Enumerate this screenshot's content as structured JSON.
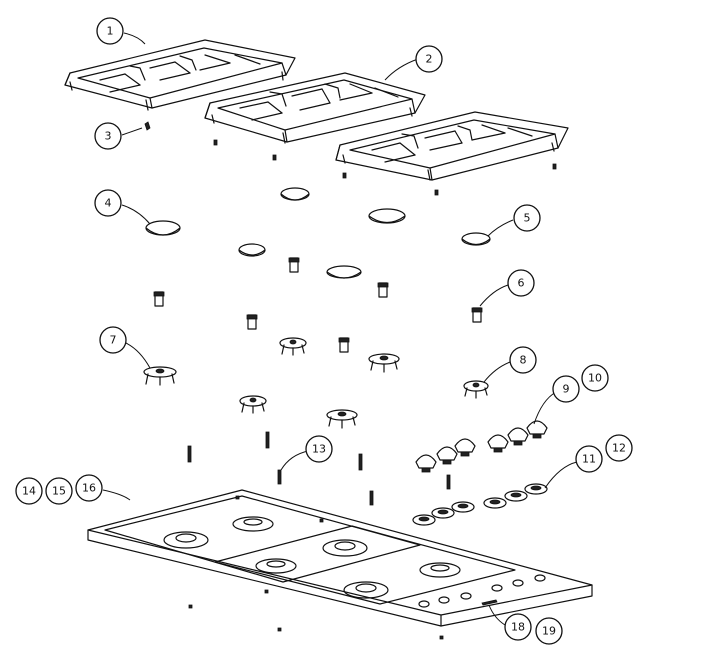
{
  "callouts": [
    {
      "id": "c1",
      "label": "1"
    },
    {
      "id": "c2",
      "label": "2"
    },
    {
      "id": "c3",
      "label": "3"
    },
    {
      "id": "c4",
      "label": "4"
    },
    {
      "id": "c5",
      "label": "5"
    },
    {
      "id": "c6",
      "label": "6"
    },
    {
      "id": "c7",
      "label": "7"
    },
    {
      "id": "c8",
      "label": "8"
    },
    {
      "id": "c9",
      "label": "9"
    },
    {
      "id": "c10",
      "label": "10"
    },
    {
      "id": "c11",
      "label": "11"
    },
    {
      "id": "c12",
      "label": "12"
    },
    {
      "id": "c13",
      "label": "13"
    },
    {
      "id": "c14",
      "label": "14"
    },
    {
      "id": "c15",
      "label": "15"
    },
    {
      "id": "c16",
      "label": "16"
    },
    {
      "id": "c18",
      "label": "18"
    },
    {
      "id": "c19",
      "label": "19"
    }
  ]
}
